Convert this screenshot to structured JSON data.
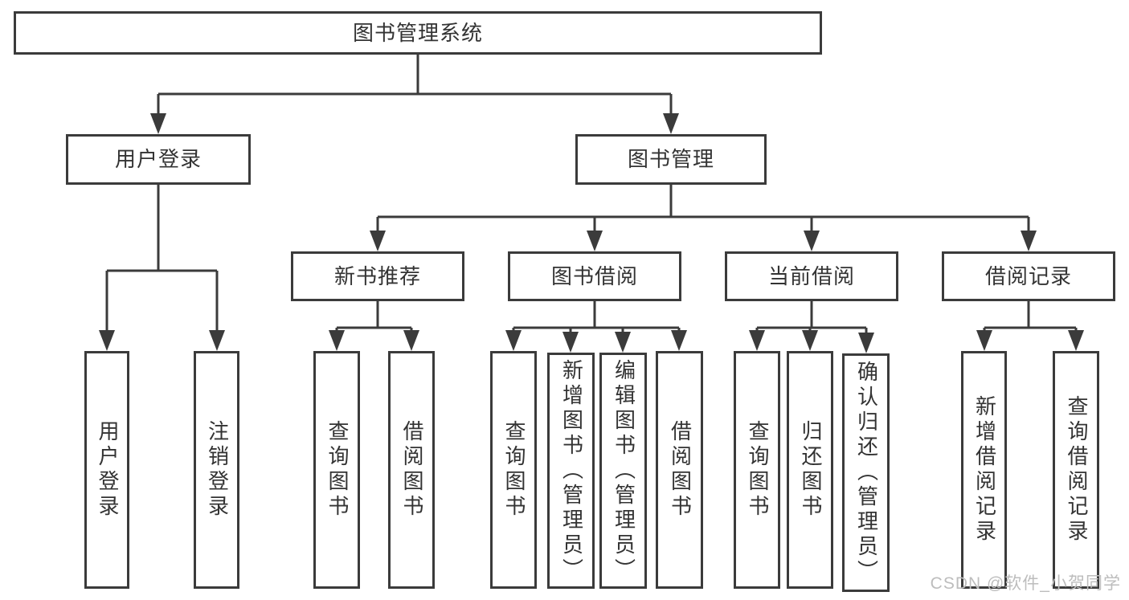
{
  "root": {
    "label": "图书管理系统"
  },
  "level2": {
    "user_login": {
      "label": "用户登录"
    },
    "book_mgmt": {
      "label": "图书管理"
    }
  },
  "level3": {
    "new_books": {
      "label": "新书推荐"
    },
    "book_borrow": {
      "label": "图书借阅"
    },
    "current_borrow": {
      "label": "当前借阅"
    },
    "borrow_records": {
      "label": "借阅记录"
    }
  },
  "leaves": {
    "user_login_group": {
      "login": {
        "label": "用户登录"
      },
      "logout": {
        "label": "注销登录"
      }
    },
    "new_books_group": {
      "query_books": {
        "label": "查询图书"
      },
      "borrow_books": {
        "label": "借阅图书"
      }
    },
    "book_borrow_group": {
      "query_books": {
        "label": "查询图书"
      },
      "add_books": {
        "label": "新增图书（管理员）"
      },
      "edit_books": {
        "label": "编辑图书（管理员）"
      },
      "borrow_books": {
        "label": "借阅图书"
      }
    },
    "current_borrow_group": {
      "query_books": {
        "label": "查询图书"
      },
      "return_books": {
        "label": "归还图书"
      },
      "confirm_return": {
        "label": "确认归还（管理员）"
      }
    },
    "borrow_records_group": {
      "add_record": {
        "label": "新增借阅记录"
      },
      "query_record": {
        "label": "查询借阅记录"
      }
    }
  },
  "watermark": {
    "text": "CSDN @软件_小贺同学"
  },
  "colors": {
    "line": "#3b3b3b",
    "text": "#333333",
    "watermark": "#bdbdbd",
    "background": "#ffffff"
  }
}
